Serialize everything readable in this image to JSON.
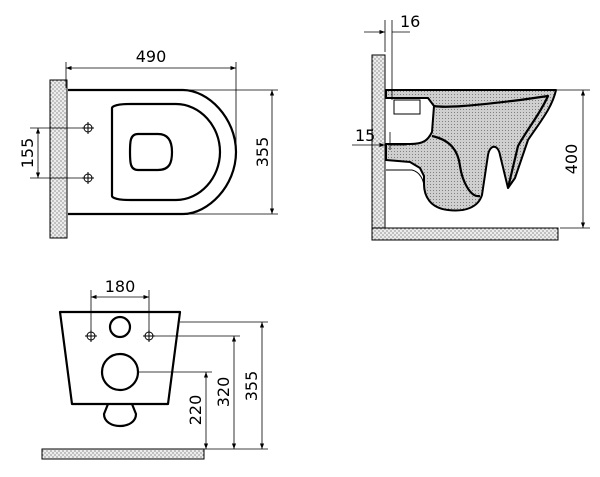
{
  "colors": {
    "line": "#000000",
    "background": "#ffffff",
    "wall_fill": "#d9d9d9"
  },
  "top_view": {
    "width_label": "490",
    "depth_label": "355",
    "bolt_spacing_label": "155"
  },
  "side_view": {
    "top_offset_label": "16",
    "outlet_offset_label": "15",
    "height_label": "400"
  },
  "front_view": {
    "bolt_spacing_label": "180",
    "inlet_height_label": "220",
    "bolt_height_label": "320",
    "total_height_label": "355"
  }
}
